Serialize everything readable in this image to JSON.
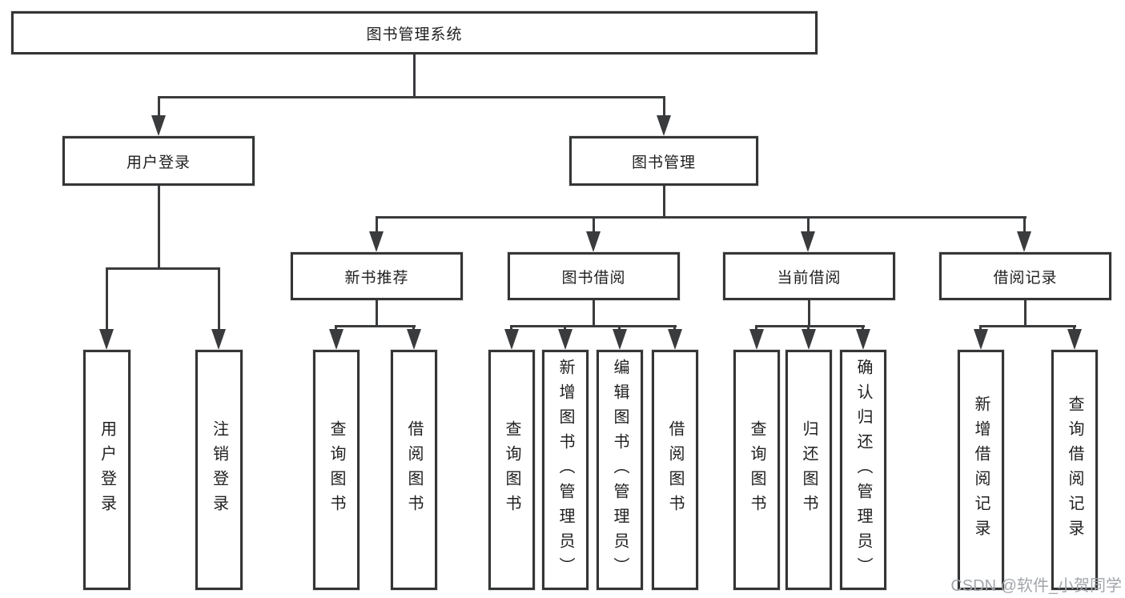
{
  "tree": {
    "label": "图书管理系统",
    "children": [
      {
        "label": "用户登录",
        "children": [
          {
            "label": "用户登录"
          },
          {
            "label": "注销登录"
          }
        ]
      },
      {
        "label": "图书管理",
        "children": [
          {
            "label": "新书推荐",
            "children": [
              {
                "label": "查询图书"
              },
              {
                "label": "借阅图书"
              }
            ]
          },
          {
            "label": "图书借阅",
            "children": [
              {
                "label": "查询图书"
              },
              {
                "label": "新增图书（管理员）"
              },
              {
                "label": "编辑图书（管理员）"
              },
              {
                "label": "借阅图书"
              }
            ]
          },
          {
            "label": "当前借阅",
            "children": [
              {
                "label": "查询图书"
              },
              {
                "label": "归还图书"
              },
              {
                "label": "确认归还（管理员）"
              }
            ]
          },
          {
            "label": "借阅记录",
            "children": [
              {
                "label": "新增借阅记录"
              },
              {
                "label": "查询借阅记录"
              }
            ]
          }
        ]
      }
    ]
  },
  "watermark": "CSDN @软件_小贺同学",
  "colors": {
    "line": "#3a3b3d",
    "box_border": "#343536",
    "text": "#1f1f1f",
    "watermark": "#a2a6ab",
    "background": "#ffffff"
  }
}
